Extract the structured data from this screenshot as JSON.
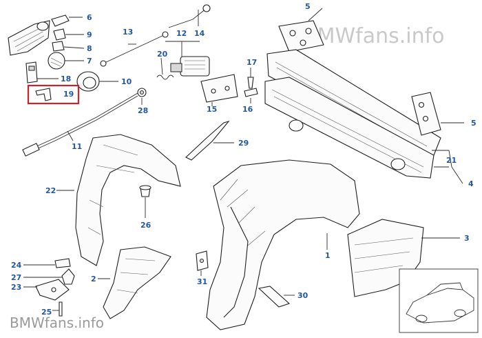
{
  "watermark_top": "BMWfans.info",
  "watermark_bottom": "BMWfans.info",
  "highlight_color": "#d0202a",
  "label_color": "#24589a",
  "callouts": {
    "n1": "1",
    "n2": "2",
    "n3": "3",
    "n4": "4",
    "n5a": "5",
    "n5b": "5",
    "n6": "6",
    "n7": "7",
    "n8": "8",
    "n9": "9",
    "n10": "10",
    "n11": "11",
    "n12": "12",
    "n13": "13",
    "n14": "14",
    "n15": "15",
    "n16": "16",
    "n17": "17",
    "n18": "18",
    "n19": "19",
    "n20": "20",
    "n21": "21",
    "n22": "22",
    "n23": "23",
    "n24": "24",
    "n25": "25",
    "n26": "26",
    "n27": "27",
    "n28": "28",
    "n29": "29",
    "n30": "30",
    "n31": "31"
  }
}
